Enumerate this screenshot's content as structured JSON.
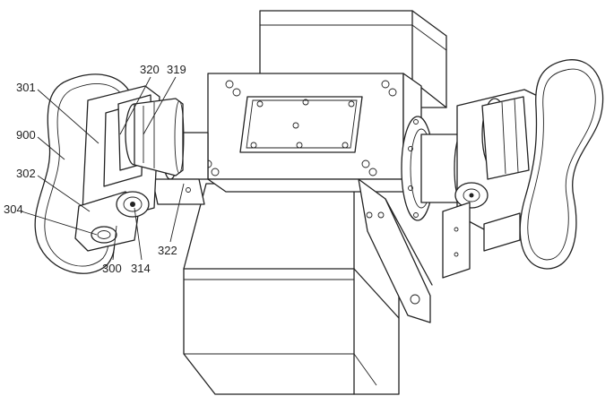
{
  "labels": {
    "l301": "301",
    "l900": "900",
    "l302": "302",
    "l304": "304",
    "l300": "300",
    "l314": "314",
    "l320": "320",
    "l319": "319",
    "l322": "322"
  }
}
